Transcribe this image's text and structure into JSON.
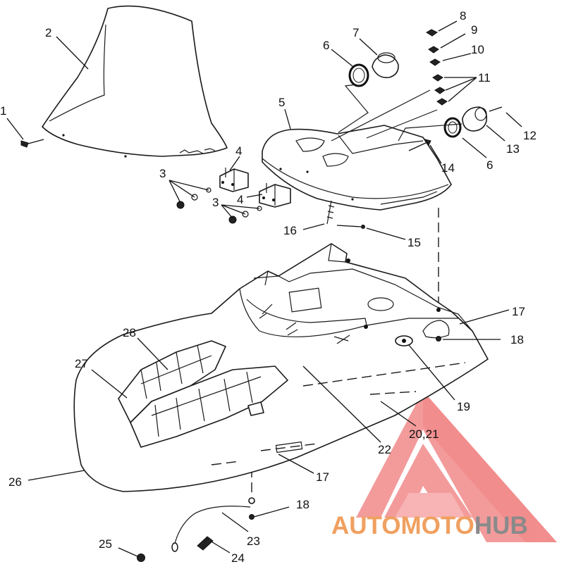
{
  "callouts": [
    {
      "id": "c1",
      "label": "1"
    },
    {
      "id": "c2",
      "label": "2"
    },
    {
      "id": "c3a",
      "label": "3"
    },
    {
      "id": "c3b",
      "label": "3"
    },
    {
      "id": "c4a",
      "label": "4"
    },
    {
      "id": "c4b",
      "label": "4"
    },
    {
      "id": "c5",
      "label": "5"
    },
    {
      "id": "c6a",
      "label": "6"
    },
    {
      "id": "c6b",
      "label": "6"
    },
    {
      "id": "c7",
      "label": "7"
    },
    {
      "id": "c8",
      "label": "8"
    },
    {
      "id": "c9",
      "label": "9"
    },
    {
      "id": "c10",
      "label": "10"
    },
    {
      "id": "c11",
      "label": "11"
    },
    {
      "id": "c12",
      "label": "12"
    },
    {
      "id": "c13",
      "label": "13"
    },
    {
      "id": "c14",
      "label": "14"
    },
    {
      "id": "c15",
      "label": "15"
    },
    {
      "id": "c16",
      "label": "16"
    },
    {
      "id": "c17a",
      "label": "17"
    },
    {
      "id": "c17b",
      "label": "17"
    },
    {
      "id": "c18a",
      "label": "18"
    },
    {
      "id": "c18b",
      "label": "18"
    },
    {
      "id": "c19",
      "label": "19"
    },
    {
      "id": "c2021",
      "label": "20,21"
    },
    {
      "id": "c22",
      "label": "22"
    },
    {
      "id": "c23",
      "label": "23"
    },
    {
      "id": "c24",
      "label": "24"
    },
    {
      "id": "c25",
      "label": "25"
    },
    {
      "id": "c26",
      "label": "26"
    },
    {
      "id": "c27",
      "label": "27"
    },
    {
      "id": "c28",
      "label": "28"
    }
  ],
  "watermark": {
    "part1": "AUTO",
    "part2": "MOTO",
    "part3": "HUB",
    "color_primary": "#f0a060",
    "color_secondary": "#8a8a8a",
    "logo_color": "#f07a7a"
  }
}
